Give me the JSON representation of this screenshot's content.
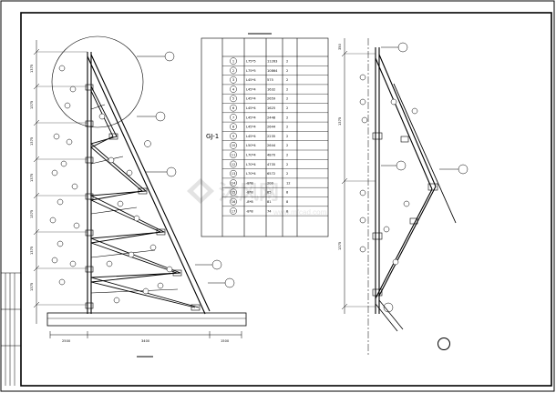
{
  "drawing": {
    "truss_label": "GJ-1",
    "left_elevation": {
      "bay_dims": [
        "1375",
        "1375",
        "1375",
        "1375",
        "1375",
        "1375",
        "1375"
      ],
      "base_dims": [
        "2500",
        "3400",
        "1500"
      ]
    },
    "right_elevation": {
      "top_dim": "350",
      "span_dims": [
        "1375",
        "1375"
      ]
    }
  },
  "material_table": {
    "rows": [
      {
        "no": "1",
        "spec": "L75*5",
        "length": "11263",
        "qty": "2"
      },
      {
        "no": "2",
        "spec": "L75*5",
        "length": "10864",
        "qty": "2"
      },
      {
        "no": "3",
        "spec": "L45*4",
        "length": "575",
        "qty": "2"
      },
      {
        "no": "4",
        "spec": "L45*4",
        "length": "1632",
        "qty": "2"
      },
      {
        "no": "5",
        "spec": "L45*4",
        "length": "2659",
        "qty": "2"
      },
      {
        "no": "6",
        "spec": "L45*4",
        "length": "1625",
        "qty": "2"
      },
      {
        "no": "7",
        "spec": "L45*4",
        "length": "2448",
        "qty": "2"
      },
      {
        "no": "8",
        "spec": "L45*4",
        "length": "2644",
        "qty": "2"
      },
      {
        "no": "9",
        "spec": "L45*4",
        "length": "2235",
        "qty": "2"
      },
      {
        "no": "10",
        "spec": "L50*4",
        "length": "2644",
        "qty": "2"
      },
      {
        "no": "11",
        "spec": "L70*4",
        "length": "4870",
        "qty": "2"
      },
      {
        "no": "12",
        "spec": "L70*4",
        "length": "4735",
        "qty": "2"
      },
      {
        "no": "13",
        "spec": "L70*4",
        "length": "6572",
        "qty": "2"
      },
      {
        "no": "14",
        "spec": "-8*8",
        "length": "200",
        "qty": "12"
      },
      {
        "no": "15",
        "spec": "-8*8",
        "length": "85",
        "qty": "8"
      },
      {
        "no": "16",
        "spec": "-8*8",
        "length": "81",
        "qty": "8"
      },
      {
        "no": "17",
        "spec": "-8*8",
        "length": "74",
        "qty": "8"
      }
    ]
  },
  "watermark": {
    "main": "沐风网",
    "sub": "www.mfcad.com"
  }
}
